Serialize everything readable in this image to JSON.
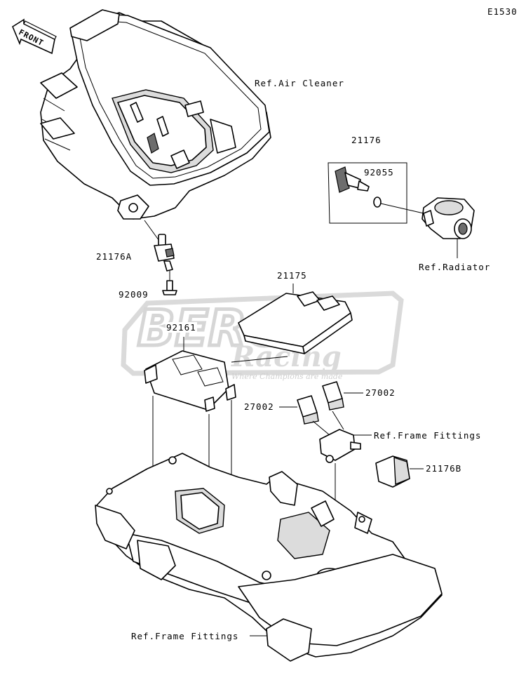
{
  "diagram_code": "E1530",
  "front_arrow": {
    "label": "FRONT"
  },
  "watermark": {
    "brand_line1": "BERG",
    "brand_line2": "Racing",
    "tagline": "Where Champions are made"
  },
  "callouts": [
    {
      "id": "ref-air-cleaner",
      "text": "Ref.Air Cleaner"
    },
    {
      "id": "21176",
      "text": "21176"
    },
    {
      "id": "92055",
      "text": "92055"
    },
    {
      "id": "ref-radiator",
      "text": "Ref.Radiator"
    },
    {
      "id": "21176a",
      "text": "21176A"
    },
    {
      "id": "92009",
      "text": "92009"
    },
    {
      "id": "21175",
      "text": "21175"
    },
    {
      "id": "92161",
      "text": "92161"
    },
    {
      "id": "27002-right",
      "text": "27002"
    },
    {
      "id": "27002-left",
      "text": "27002"
    },
    {
      "id": "ref-frame-fittings-upper",
      "text": "Ref.Frame Fittings"
    },
    {
      "id": "21176b",
      "text": "21176B"
    },
    {
      "id": "ref-frame-fittings-lower",
      "text": "Ref.Frame Fittings"
    }
  ],
  "colors": {
    "line": "#000000",
    "background": "#ffffff",
    "watermark": "#d4d4d4",
    "shade": "#dcdcdc"
  }
}
